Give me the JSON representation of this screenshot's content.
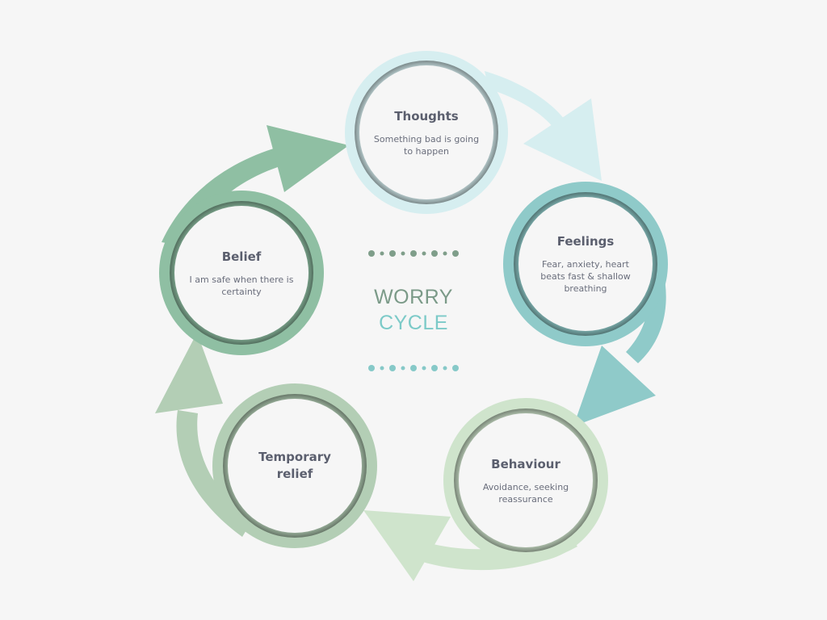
{
  "center": {
    "line1": "WORRY",
    "line2": "CYCLE"
  },
  "nodes": [
    {
      "id": "thoughts",
      "title": "Thoughts",
      "description": "Something bad is going to happen"
    },
    {
      "id": "feelings",
      "title": "Feelings",
      "description": "Fear, anxiety, heart beats fast & shallow breathing"
    },
    {
      "id": "behaviour",
      "title": "Behaviour",
      "description": "Avoidance, seeking reassurance"
    },
    {
      "id": "relief",
      "title": "Temporary relief",
      "description": ""
    },
    {
      "id": "belief",
      "title": "Belief",
      "description": "I am safe when there is certainty"
    }
  ],
  "colors": {
    "background": "#f6f6f6",
    "thoughts": "#d6eef0",
    "feelings": "#8fcac9",
    "behaviour": "#cfe4cc",
    "relief": "#b3ceb5",
    "belief": "#8fbfa3",
    "title_text": "#5b5f6e",
    "worry_text": "#7b9a88",
    "cycle_text": "#7ccac8",
    "dots_top": "#7f9e8a",
    "dots_bottom": "#86c9c8"
  }
}
